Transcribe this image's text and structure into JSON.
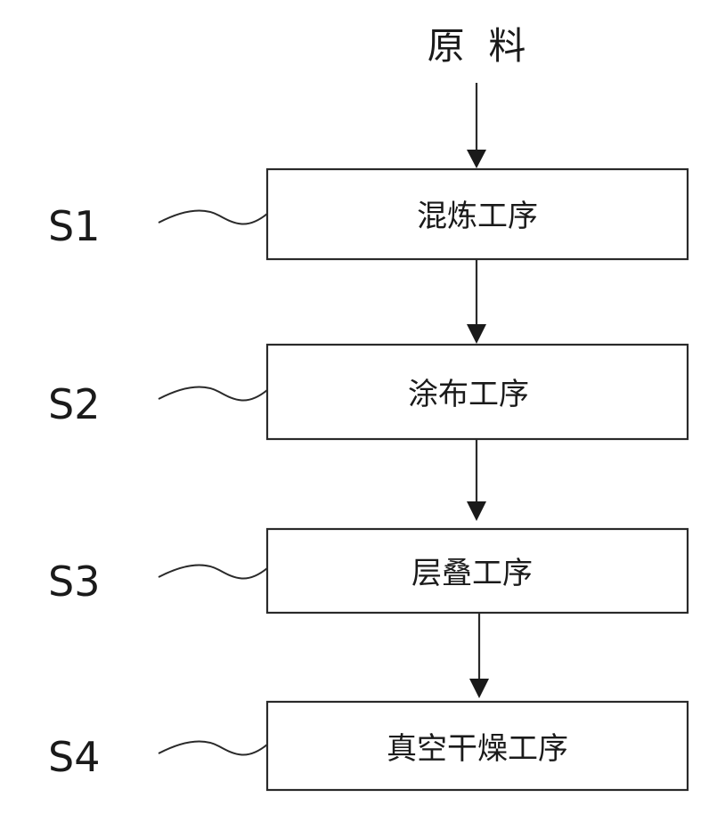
{
  "diagram": {
    "input_label": "原  料",
    "steps": [
      {
        "id": "S1",
        "label": "混炼工序"
      },
      {
        "id": "S2",
        "label": "涂布工序"
      },
      {
        "id": "S3",
        "label": "层叠工序"
      },
      {
        "id": "S4",
        "label": "真空干燥工序"
      }
    ]
  }
}
